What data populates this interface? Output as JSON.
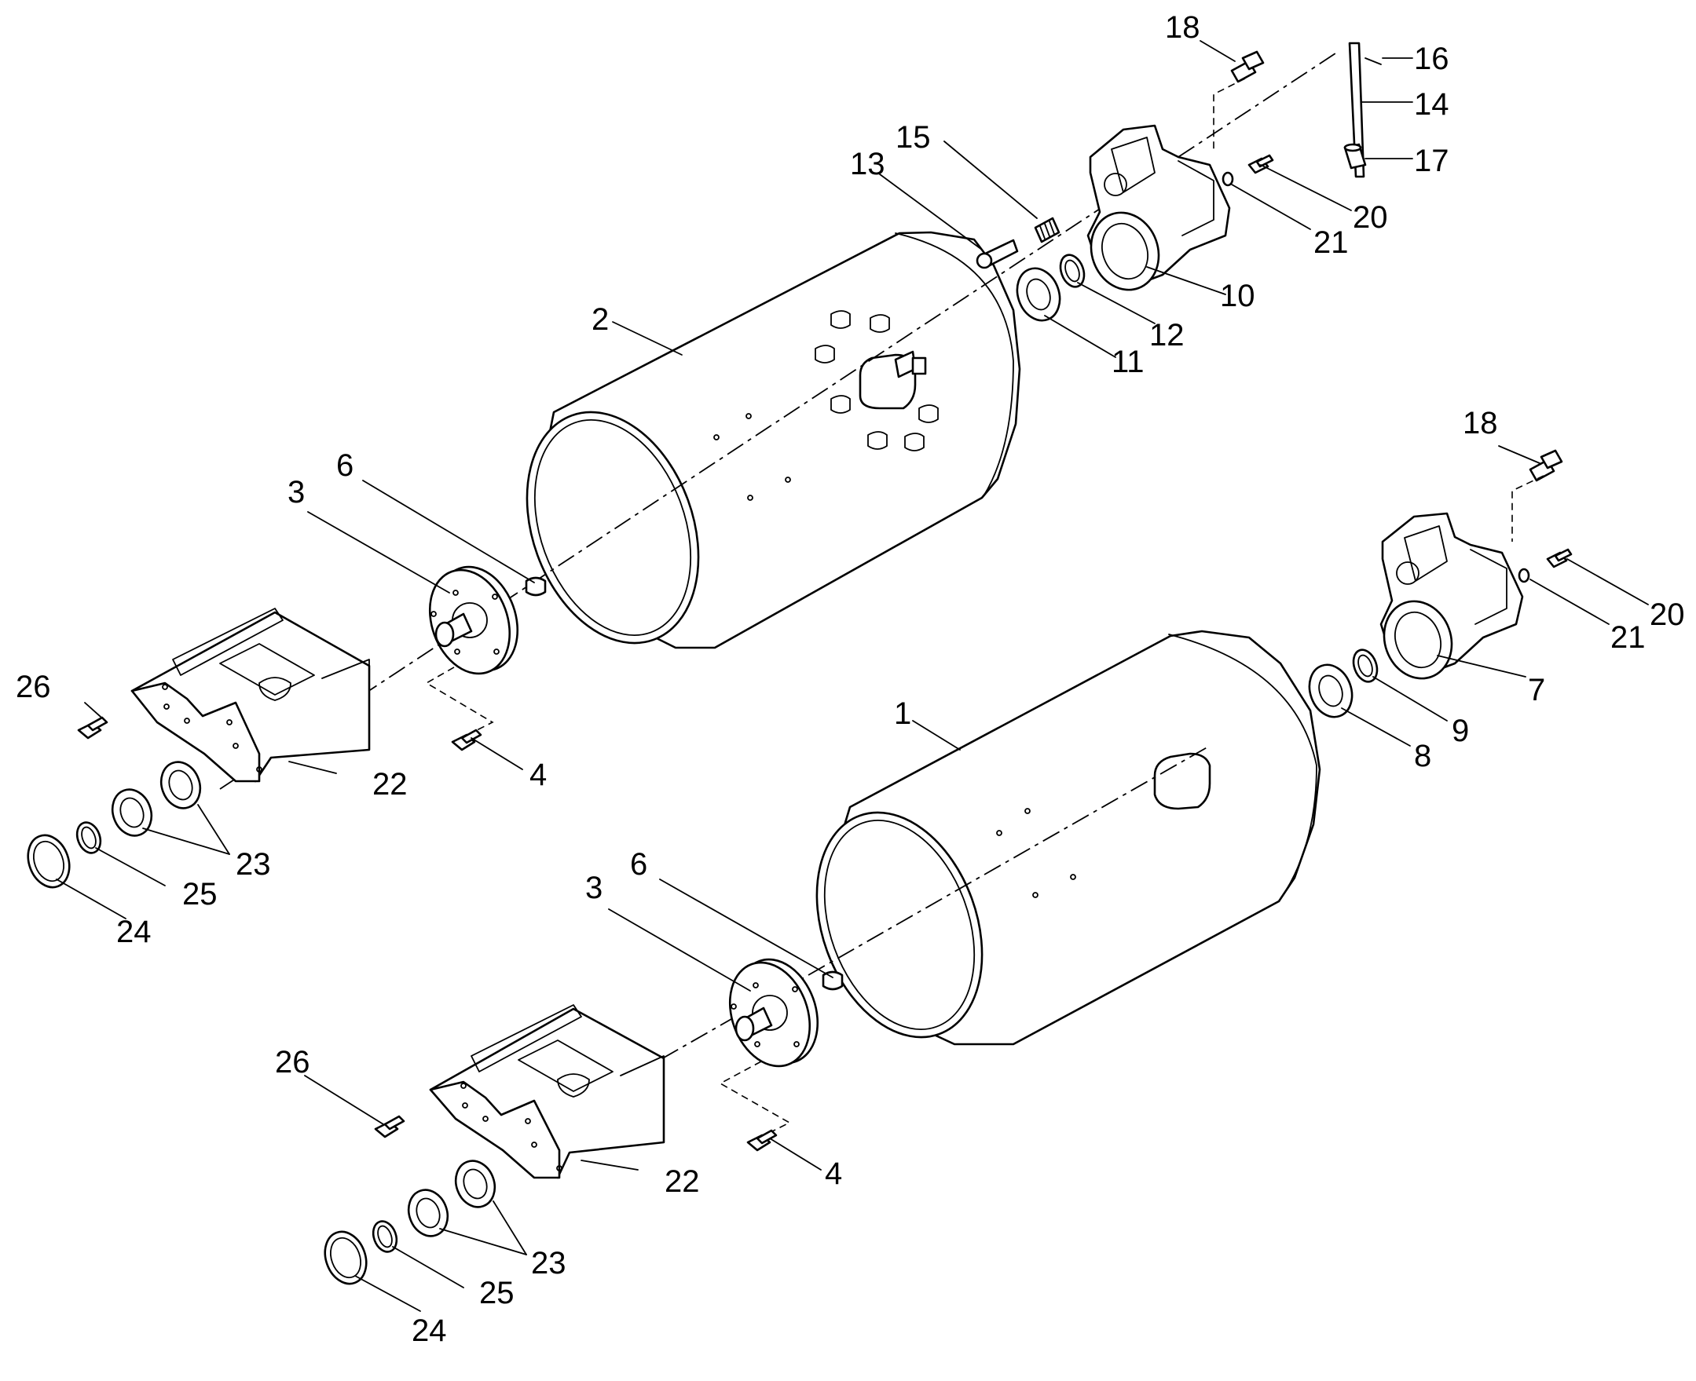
{
  "diagram": {
    "labels": {
      "n1": "1",
      "n2": "2",
      "n3a": "3",
      "n3b": "3",
      "n4a": "4",
      "n4b": "4",
      "n6a": "6",
      "n6b": "6",
      "n7": "7",
      "n8": "8",
      "n9": "9",
      "n10": "10",
      "n11": "11",
      "n12": "12",
      "n13": "13",
      "n14": "14",
      "n15": "15",
      "n16": "16",
      "n17": "17",
      "n18a": "18",
      "n18b": "18",
      "n20a": "20",
      "n20b": "20",
      "n21a": "21",
      "n21b": "21",
      "n22a": "22",
      "n22b": "22",
      "n23a": "23",
      "n23b": "23",
      "n24a": "24",
      "n24b": "24",
      "n25a": "25",
      "n25b": "25",
      "n26a": "26",
      "n26b": "26"
    }
  }
}
